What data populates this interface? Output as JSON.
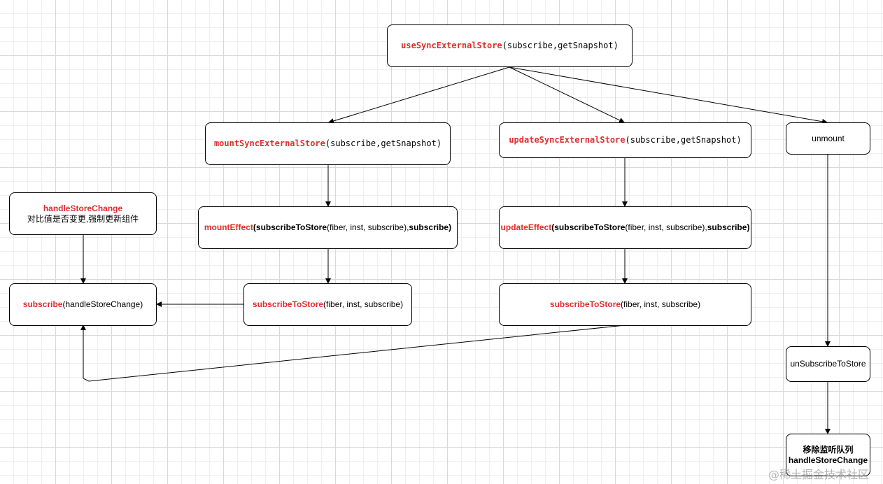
{
  "colors": {
    "function_name": "#e02d2d",
    "border": "#000000",
    "grid": "#d9d9d9"
  },
  "nodes": {
    "use_sync": {
      "fn": "useSyncExternalStore",
      "args": "(subscribe,getSnapshot)"
    },
    "mount_sync": {
      "fn": "mountSyncExternalStore",
      "args": "(subscribe,getSnapshot)"
    },
    "update_sync": {
      "fn": "updateSyncExternalStore",
      "args": "(subscribe,getSnapshot)"
    },
    "unmount": {
      "label": "unmount"
    },
    "handle_change": {
      "title": "handleStoreChange",
      "desc": "对比值是否变更,强制更新组件"
    },
    "mount_effect": {
      "fn": "mountEffect",
      "open": "(",
      "cb": "subscribeToStore",
      "cb_args": "(fiber, inst, subscribe),",
      "dep": "subscribe",
      "close": ")"
    },
    "update_effect": {
      "fn": "updateEffect",
      "open": "(",
      "cb": "subscribeToStore",
      "cb_args": "(fiber, inst, subscribe),",
      "dep": "subscribe",
      "close": ")"
    },
    "subscribe": {
      "fn": "subscribe",
      "args": "(handleStoreChange)"
    },
    "mount_subscribe_to_store": {
      "fn": "subscribeToStore",
      "args": "(fiber, inst, subscribe)"
    },
    "update_subscribe_to_store": {
      "fn": "subscribeToStore",
      "args": "(fiber, inst, subscribe)"
    },
    "unsubscribe": {
      "label": "unSubscribeToStore"
    },
    "remove_queue": {
      "line1": "移除监听队列",
      "line2": "handleStoreChange"
    }
  },
  "watermark": "@稀土掘金技术社区"
}
